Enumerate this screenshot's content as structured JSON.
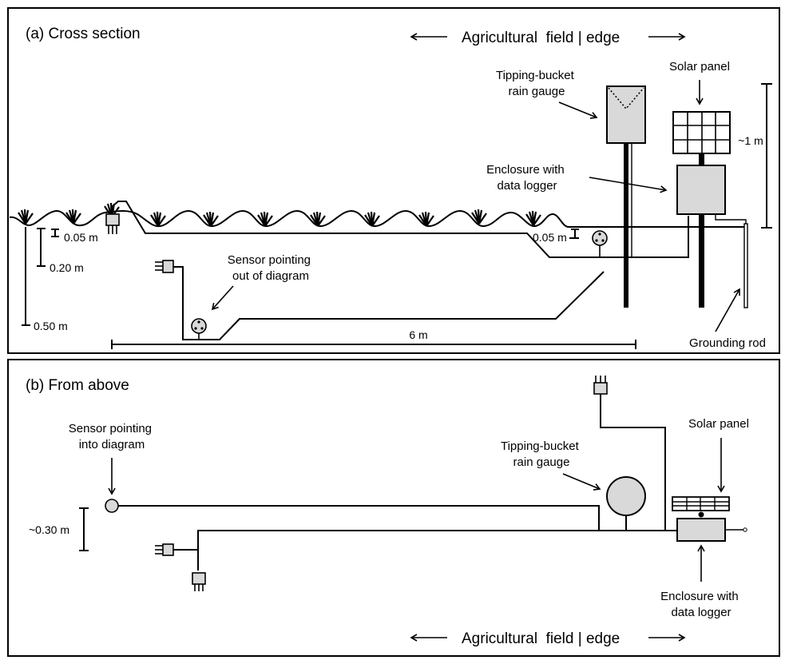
{
  "panels": {
    "a": {
      "title": "(a) Cross section",
      "direction_label": "Agricultural  field | edge",
      "labels": {
        "rain_gauge": [
          "Tipping-bucket",
          "rain gauge"
        ],
        "solar_panel": "Solar panel",
        "enclosure": [
          "Enclosure with",
          "data logger"
        ],
        "sensor": [
          "Sensor pointing",
          "out of diagram"
        ],
        "grounding_rod": "Grounding rod"
      },
      "dimensions": {
        "depth_shallow": "0.05 m",
        "depth_mid": "0.20 m",
        "depth_deep": "0.50 m",
        "depth_edge": "0.05 m",
        "height_mast": "~1 m",
        "length": "6 m"
      }
    },
    "b": {
      "title": "(b) From above",
      "direction_label": "Agricultural  field | edge",
      "labels": {
        "sensor": [
          "Sensor pointing",
          "into diagram"
        ],
        "rain_gauge": [
          "Tipping-bucket",
          "rain gauge"
        ],
        "solar_panel": "Solar panel",
        "enclosure": [
          "Enclosure with",
          "data logger"
        ]
      },
      "dimensions": {
        "spacing": "~0.30 m"
      }
    }
  },
  "colors": {
    "line": "#000000",
    "fill_gray": "#d9d9d9",
    "background": "#ffffff"
  }
}
